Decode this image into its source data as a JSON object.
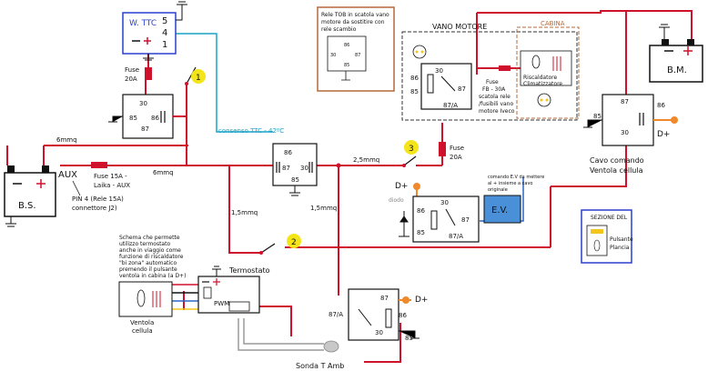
{
  "ttc": {
    "title": "W. TTC",
    "pin5": "5",
    "pin4": "4",
    "pin1": "1"
  },
  "battery_bs": {
    "label": "B.S."
  },
  "battery_bm": {
    "label": "B.M."
  },
  "aux": {
    "label": "AUX",
    "fuse": "Fuse 15A -",
    "fuse2": "Laika - AUX",
    "pin_note1": "PIN 4 (Rele 15A)",
    "pin_note2": "connettore J2)"
  },
  "relay_ttc": {
    "fuse": "Fuse",
    "fuse_val": "20A",
    "p30": "30",
    "p85": "85",
    "p86": "86",
    "p87": "87"
  },
  "relay_mid": {
    "p87": "87",
    "p30": "30",
    "p85": "85",
    "p86": "86",
    "consenso": "consenso TTC - 42ºC"
  },
  "wires": {
    "w6a": "6mmq",
    "w6b": "6mmq",
    "w25": "2,5mmq",
    "w15a": "1,5mmq",
    "w15b": "1,5mmq"
  },
  "switches": {
    "s1": "1",
    "s2": "2",
    "s3": "3"
  },
  "fuse_right": {
    "label": "Fuse",
    "val": "20A"
  },
  "rele_box": {
    "l1": "Rele TOB in scatola vano",
    "l2": "motore da sostitire con",
    "l3": "rele scambio",
    "p86": "86",
    "p30": "30",
    "p87": "87",
    "p85": "85"
  },
  "vano_motore": {
    "title": "VANO MOTORE",
    "p30": "30",
    "p86": "86",
    "p85": "85",
    "p87": "87",
    "p87a": "87/A",
    "fuse1": "Fuse",
    "fuse2": "FB - 30A",
    "fuse3": "scatola rele",
    "fuse4": "/fusibili vano",
    "fuse5": "motore Iveco"
  },
  "cabina": {
    "title": "CABINA",
    "r1": "Riscaldatore",
    "r2": "Climatizzatore"
  },
  "relay_cell": {
    "p87": "87",
    "p85": "85",
    "p86": "86",
    "p30": "30",
    "dplus": "D+",
    "c1": "Cavo comando",
    "c2": "Ventola cellula"
  },
  "ev": {
    "label": "E.V.",
    "note1": "comando E.V da mettere",
    "note2": "al + insieme a cavo",
    "note3": "originale",
    "diodo": "diodo",
    "dplus": "D+",
    "p30": "30",
    "p86": "86",
    "p87": "87",
    "p85": "85",
    "p87a": "87/A"
  },
  "sezione": {
    "title": "SEZIONE DEL",
    "sub1": "Pulsante",
    "sub2": "Plancia"
  },
  "schema": {
    "l1": "Schema che permette",
    "l2": "utilizzo termostato",
    "l3": "anche in viaggio come",
    "l4": "funzione di riscaldatore",
    "l5": "\"bi zona\" automatico",
    "l6": "premendo il pulsante",
    "l7": "ventola in cabina (a D+)"
  },
  "termostato": {
    "label": "Termostato",
    "pwm": "PWM"
  },
  "ventola": {
    "l1": "Ventola",
    "l2": "cellula"
  },
  "relay_bottom": {
    "p87a": "87/A",
    "p87": "87",
    "p86": "86",
    "p30": "30",
    "p85": "85",
    "dplus": "D+"
  },
  "sonda": {
    "label": "Sonda T  Amb"
  },
  "colors": {
    "wire_red": "#d0112b",
    "wire_cyan": "#1aa3c8",
    "wire_blue": "#2b66c9",
    "box_brown": "#b5683a",
    "accent_yellow": "#f4e51b",
    "dplus_orange": "#f0892b"
  }
}
